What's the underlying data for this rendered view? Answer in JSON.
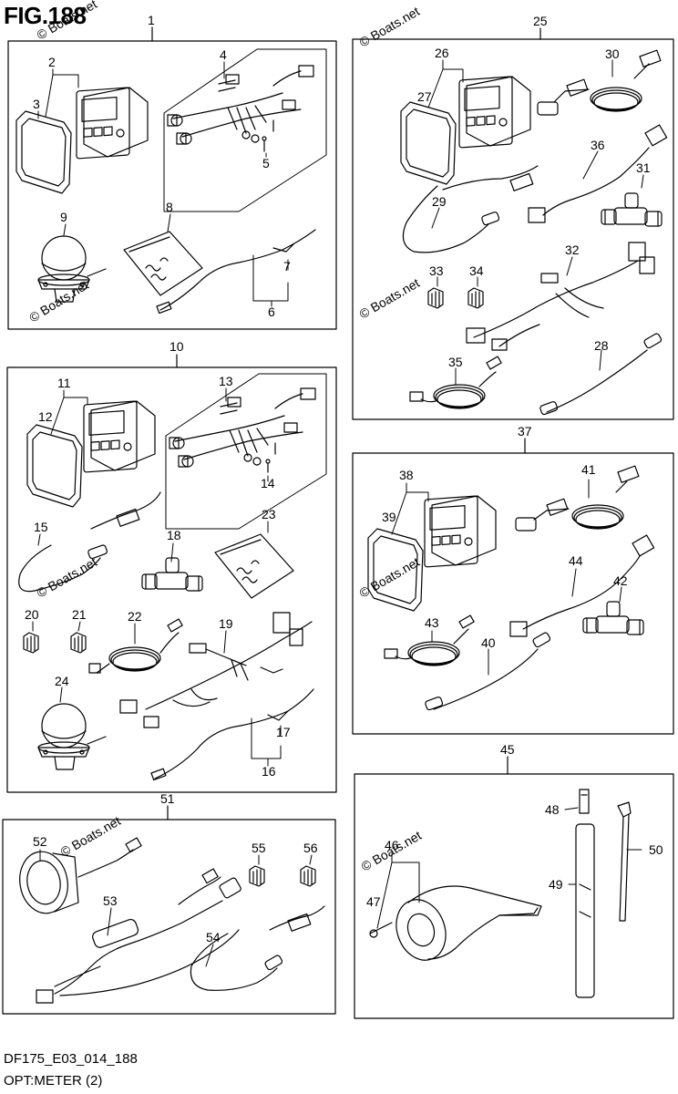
{
  "figure": {
    "title": "FIG.188",
    "code": "DF175_E03_014_188",
    "caption": "OPT:METER (2)"
  },
  "watermark": {
    "text": "© Boats.net",
    "color": "#c8c8c8"
  },
  "groups": [
    {
      "id": "g1",
      "label": "1"
    },
    {
      "id": "g10",
      "label": "10"
    },
    {
      "id": "g25",
      "label": "25"
    },
    {
      "id": "g37",
      "label": "37"
    },
    {
      "id": "g45",
      "label": "45"
    },
    {
      "id": "g51",
      "label": "51"
    }
  ],
  "callouts": [
    "2",
    "3",
    "4",
    "5",
    "6",
    "7",
    "8",
    "9",
    "11",
    "12",
    "13",
    "14",
    "15",
    "16",
    "17",
    "18",
    "19",
    "20",
    "21",
    "22",
    "23",
    "24",
    "26",
    "27",
    "28",
    "29",
    "30",
    "31",
    "32",
    "33",
    "34",
    "35",
    "36",
    "38",
    "39",
    "40",
    "41",
    "42",
    "43",
    "44",
    "46",
    "47",
    "48",
    "49",
    "50",
    "52",
    "53",
    "54",
    "55",
    "56"
  ]
}
